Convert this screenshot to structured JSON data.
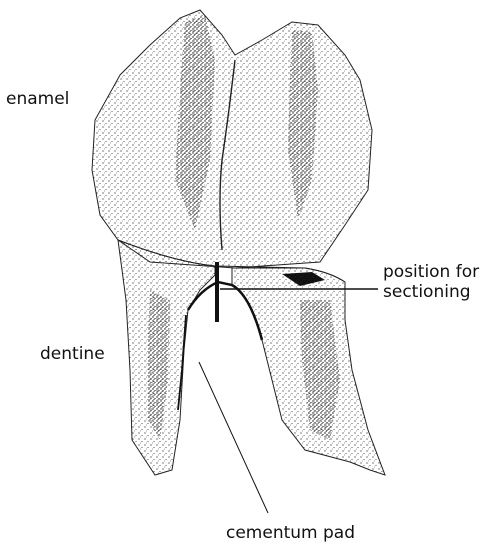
{
  "labels": {
    "enamel": "enamel",
    "dentine": "dentine",
    "position_line1": "position for",
    "position_line2": "sectioning",
    "cementum": "cementum pad"
  },
  "colors": {
    "ink": "#111111",
    "background": "#ffffff"
  }
}
